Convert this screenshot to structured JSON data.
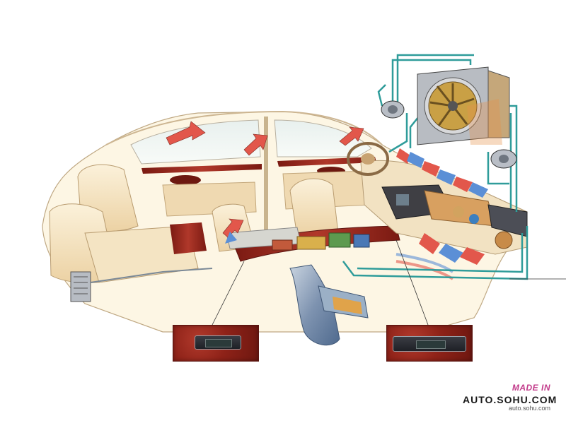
{
  "watermark": {
    "logo": "MADE IN",
    "brand": "AUTO.SOHU.COM",
    "url": "auto.sohu.com"
  }
}
